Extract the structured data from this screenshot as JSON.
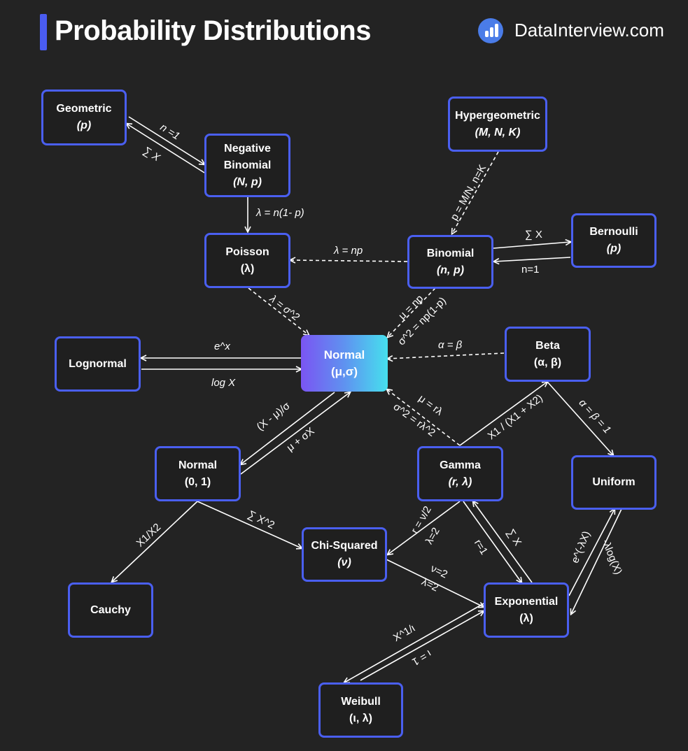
{
  "header": {
    "title": "Probability Distributions",
    "brand": "DataInterview.com",
    "brand_icon": "bar-chart-logo-icon"
  },
  "colors": {
    "background": "#232323",
    "node_border": "#4a5ff0",
    "accent_bar": "#4a5cf0",
    "normal_gradient": [
      "#7a55f2",
      "#46e0ee"
    ]
  },
  "nodes": {
    "geometric": {
      "name": "Geometric",
      "param": "(p)"
    },
    "neg_binomial": {
      "name1": "Negative",
      "name2": "Binomial",
      "param": "(N, p)"
    },
    "hypergeometric": {
      "name": "Hypergeometric",
      "param": "(M, N, K)"
    },
    "poisson": {
      "name": "Poisson",
      "param": "(λ)"
    },
    "binomial": {
      "name": "Binomial",
      "param": "(n, p)"
    },
    "bernoulli": {
      "name": "Bernoulli",
      "param": "(p)"
    },
    "lognormal": {
      "name": "Lognormal"
    },
    "normal": {
      "name": "Normal",
      "param": "(μ,σ)"
    },
    "beta": {
      "name": "Beta",
      "param": "(α, β)"
    },
    "std_normal": {
      "name": "Normal",
      "param": "(0, 1)"
    },
    "gamma": {
      "name": "Gamma",
      "param": "(r, λ)"
    },
    "uniform": {
      "name": "Uniform"
    },
    "chi_squared": {
      "name": "Chi-Squared",
      "param": "(ν)"
    },
    "cauchy": {
      "name": "Cauchy"
    },
    "exponential": {
      "name": "Exponential",
      "param": "(λ)"
    },
    "weibull": {
      "name": "Weibull",
      "param": "(ι, λ)"
    }
  },
  "edge_labels": {
    "geo_nb": "n =1",
    "nb_geo": "∑ X",
    "nb_poisson": "λ = n(1- p)",
    "hyper_binom": "p = M/N, n=K",
    "binom_poisson": "λ = np",
    "binom_bern": "∑ X",
    "bern_binom": "n=1",
    "poisson_normal": "λ = σ^2",
    "binom_normal_1": "μ = np",
    "binom_normal_2": "σ^2 = np(1-p)",
    "normal_lognormal": "e^x",
    "lognormal_normal": "log X",
    "beta_normal": "α = β",
    "gamma_normal_1": "μ = rλ",
    "gamma_normal_2": "σ^2 = rλ^2",
    "normal_std": "(X - μ)/σ",
    "std_normal": "μ + σX",
    "gamma_beta": "X1 / (X1 + X2)",
    "beta_uniform": "α = β = 1",
    "std_cauchy": "X1/X2",
    "std_chi": "∑ X^2",
    "gamma_chi_1": "r = ν/2",
    "gamma_chi_2": "λ=2",
    "gamma_exp": "r=1",
    "exp_gamma": "∑ X",
    "chi_exp_1": "ν=2",
    "chi_exp_2": "λ=2",
    "exp_uniform": "e^(-λX)",
    "uniform_exp": "-λlog(X)",
    "exp_weibull": "X^1/ι",
    "weibull_exp": "ι = 1"
  }
}
